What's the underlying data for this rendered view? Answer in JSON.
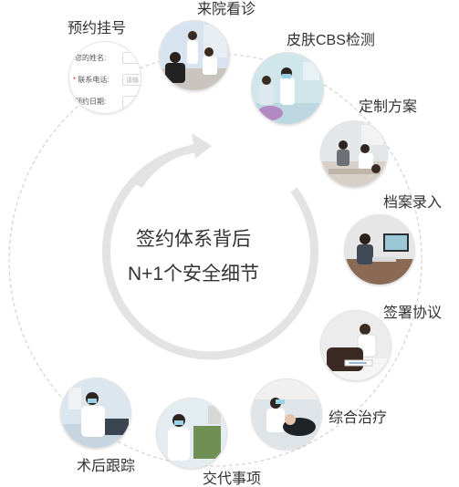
{
  "center": {
    "line1": "签约体系背后",
    "line2": "N+1个安全细节"
  },
  "steps": [
    {
      "key": "appointment",
      "label": "预约挂号"
    },
    {
      "key": "visit",
      "label": "来院看诊"
    },
    {
      "key": "skin_test",
      "label": "皮肤CBS检测"
    },
    {
      "key": "custom_plan",
      "label": "定制方案"
    },
    {
      "key": "records",
      "label": "档案录入"
    },
    {
      "key": "agreement",
      "label": "签署协议"
    },
    {
      "key": "treatment",
      "label": "综合治疗"
    },
    {
      "key": "instructions",
      "label": "交代事项"
    },
    {
      "key": "followup",
      "label": "术后跟踪"
    }
  ],
  "form": {
    "name_label": "您的姓名:",
    "phone_star": "*",
    "phone_label": "联系电话:",
    "phone_placeholder": "请输",
    "date_label": "预约日期:"
  },
  "colors": {
    "dashed_circle": "#d6d6d6",
    "arrow_ring": "#e3e3e3",
    "text": "#333333"
  },
  "icons": {
    "arrow": "curved-arrow-icon"
  }
}
